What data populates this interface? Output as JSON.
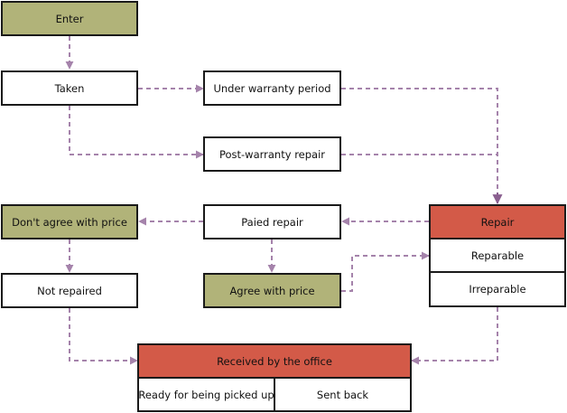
{
  "colors": {
    "state_plain": "#ffffff",
    "state_initial": "#b1b379",
    "state_composite_header": "#d35a48",
    "border": "#1a1a1a",
    "arrow": "#a583ab"
  },
  "nodes": {
    "enter": "Enter",
    "taken": "Taken",
    "under_warranty": "Under warranty period",
    "post_warranty": "Post-warranty repair",
    "repair": {
      "header": "Repair",
      "substates": [
        "Reparable",
        "Irreparable"
      ]
    },
    "paied_repair": "Paied repair",
    "dont_agree": "Don't agree with price",
    "agree": "Agree with price",
    "not_repaired": "Not repaired",
    "received": {
      "header": "Received by the office",
      "substates": [
        "Ready for being picked up",
        "Sent back"
      ]
    }
  },
  "edges": [
    {
      "from": "enter",
      "to": "taken"
    },
    {
      "from": "taken",
      "to": "under_warranty"
    },
    {
      "from": "taken",
      "to": "post_warranty"
    },
    {
      "from": "under_warranty",
      "to": "repair"
    },
    {
      "from": "post_warranty",
      "to": "repair"
    },
    {
      "from": "repair",
      "to": "paied_repair"
    },
    {
      "from": "paied_repair",
      "to": "dont_agree"
    },
    {
      "from": "paied_repair",
      "to": "agree"
    },
    {
      "from": "agree",
      "to": "repair.reparable"
    },
    {
      "from": "dont_agree",
      "to": "not_repaired"
    },
    {
      "from": "not_repaired",
      "to": "received"
    },
    {
      "from": "repair.irreparable",
      "to": "received"
    }
  ]
}
